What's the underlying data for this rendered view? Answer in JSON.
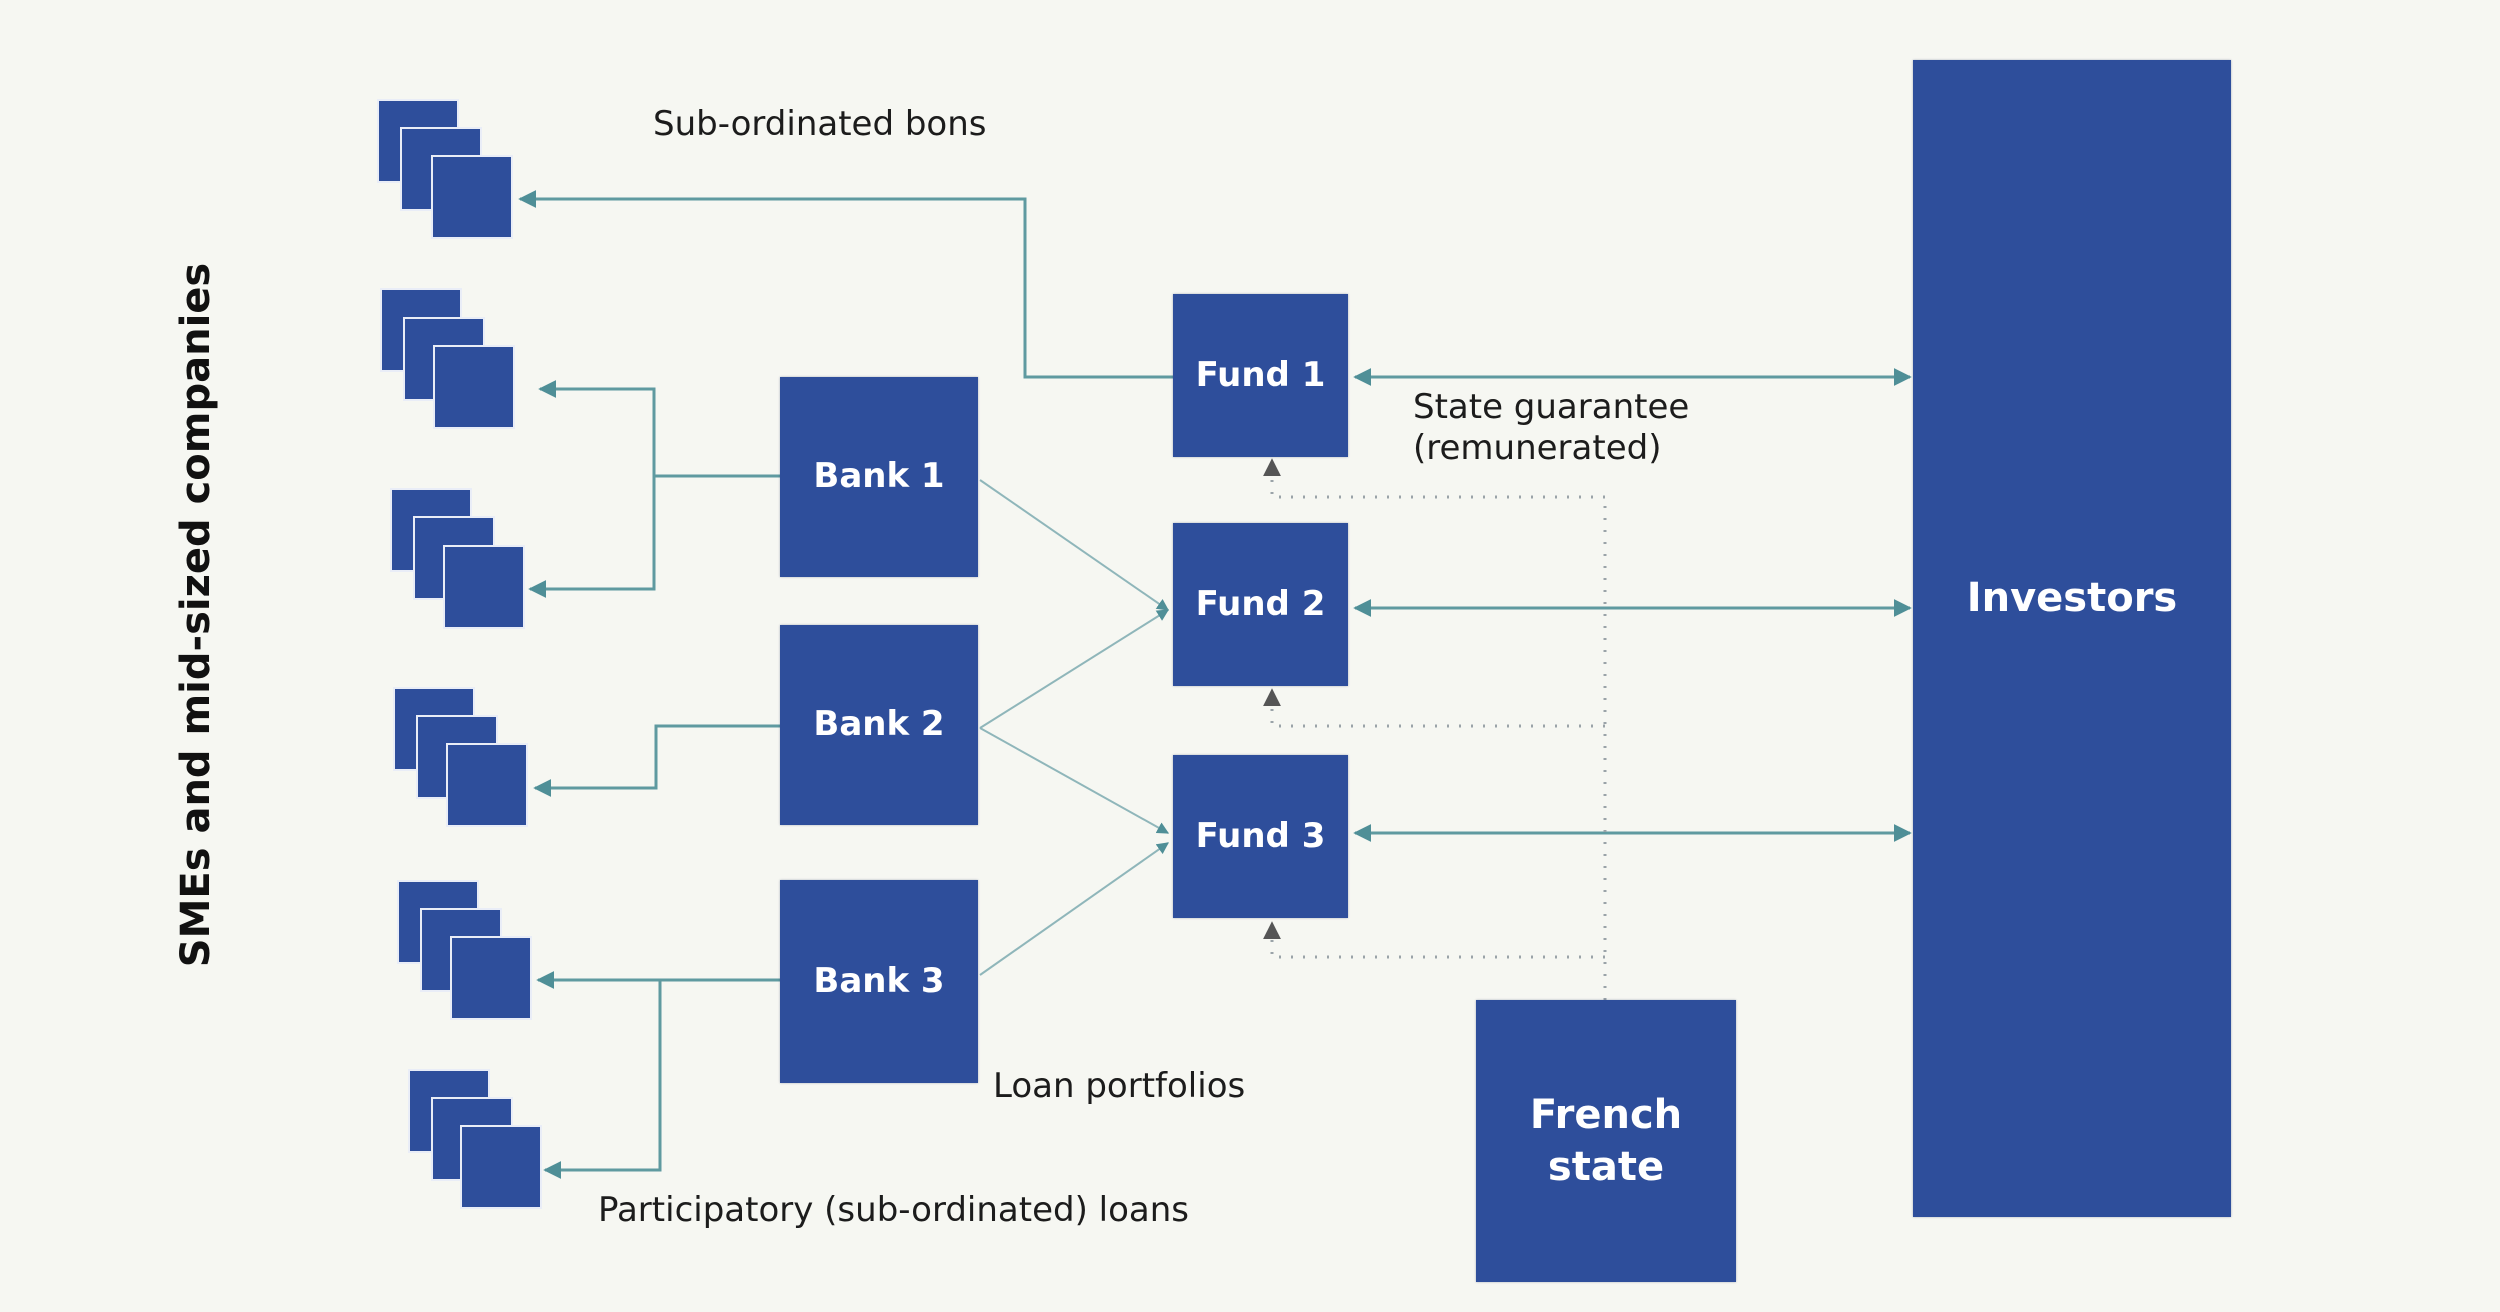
{
  "side_label": "SMEs and mid-sized companies",
  "nodes": {
    "bank1": "Bank 1",
    "bank2": "Bank 2",
    "bank3": "Bank 3",
    "fund1": "Fund 1",
    "fund2": "Fund 2",
    "fund3": "Fund 3",
    "investors": "Investors",
    "french_state_line1": "French",
    "french_state_line2": "state"
  },
  "labels": {
    "sub_ordinated_bons": "Sub-ordinated bons",
    "state_guarantee_line1": "State guarantee",
    "state_guarantee_line2": "(remunerated)",
    "loan_portfolios": "Loan portfolios",
    "participatory_loans": "Participatory (sub-ordinated) loans"
  },
  "colors": {
    "box_blue": "#2e4e9b",
    "connector_teal": "#5f9aa0",
    "dotted_grey": "#9aa3a8"
  }
}
